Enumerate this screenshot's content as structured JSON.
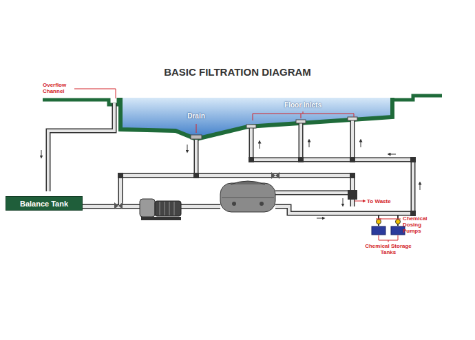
{
  "diagram": {
    "title": "BASIC FILTRATION DIAGRAM",
    "nodes": [
      {
        "text": [
          "Balance Tank"
        ]
      }
    ],
    "labels": [
      "Overflow Channel",
      "Drain",
      "Floor Inlets",
      "To Waste",
      "Chemical Dosing Pumps",
      "Chemical Storage Tanks"
    ]
  }
}
